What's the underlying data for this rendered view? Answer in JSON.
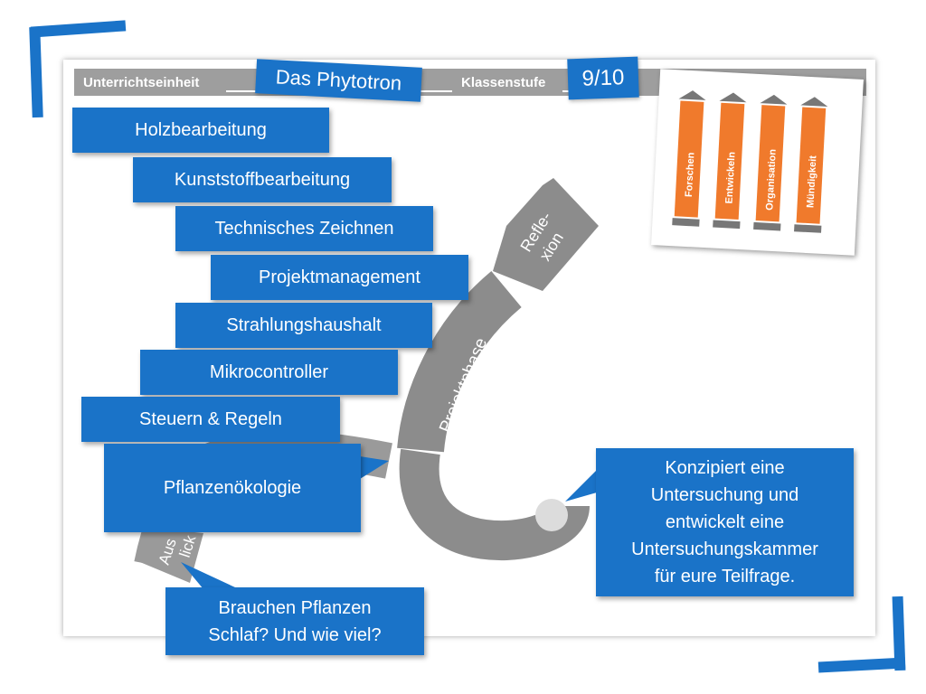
{
  "header": {
    "unit_label": "Unterrichtseinheit",
    "unit_value": "Das Phytotron",
    "grade_label": "Klassenstufe",
    "grade_value": "9/10"
  },
  "topics": [
    "Holzbearbeitung",
    "Kunststoffbearbeitung",
    "Technisches Zeichnen",
    "Projektmanagement",
    "Strahlungshaushalt",
    "Mikrocontroller",
    "Steuern & Regeln",
    "Pflanzenökologie"
  ],
  "arrow": {
    "project_phase": "Projektphase",
    "reflection_line1": "Refle-",
    "reflection_line2": "xion",
    "start_line1": "Aus",
    "start_line2": "lick"
  },
  "callouts": {
    "question_line1": "Brauchen Pflanzen",
    "question_line2": "Schlaf? Und wie viel?",
    "task_line1": "Konzipiert eine",
    "task_line2": "Untersuchung und",
    "task_line3": "entwickelt eine",
    "task_line4": "Untersuchungskammer",
    "task_line5": "für eure Teilfrage."
  },
  "pillars": [
    "Forschen",
    "Entwickeln",
    "Organisation",
    "Mündigkeit"
  ],
  "colors": {
    "accent_blue": "#1a73c8",
    "arrow_gray": "#8c8c8c",
    "pillar_orange": "#f07a2c",
    "header_gray": "#9e9e9e"
  }
}
